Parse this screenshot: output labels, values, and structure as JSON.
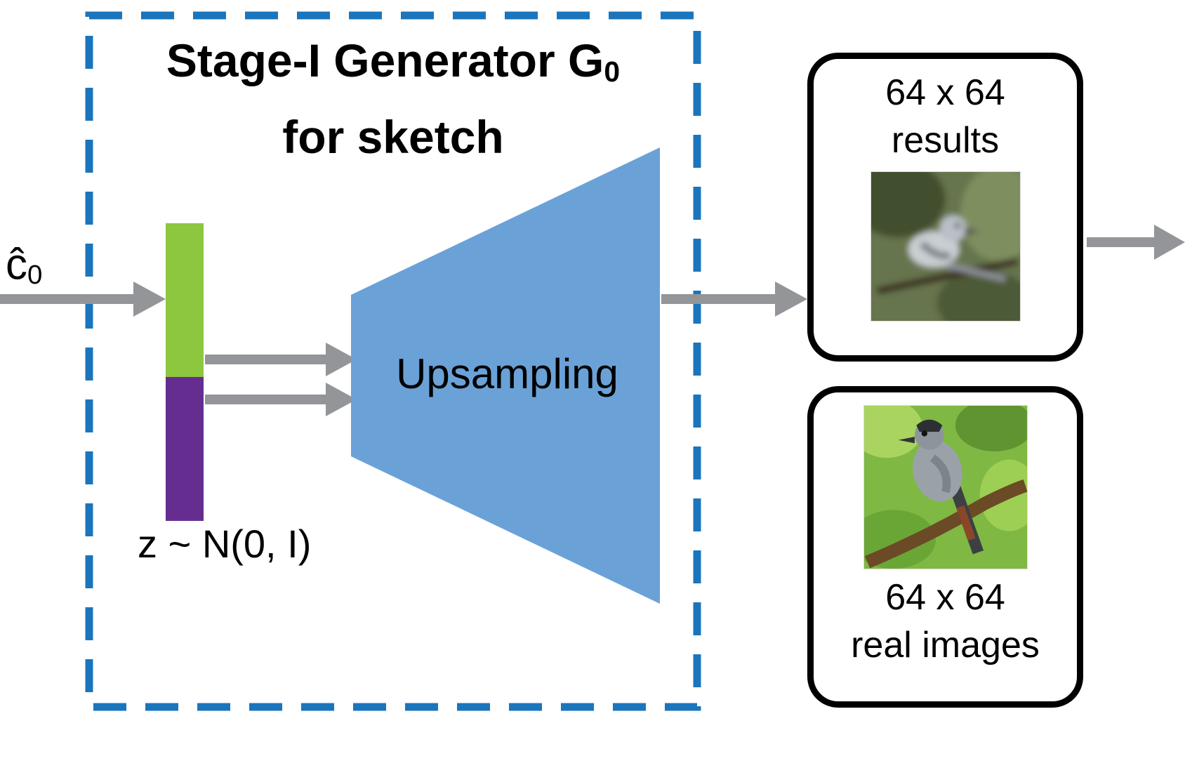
{
  "diagram": {
    "generator": {
      "title_main": "Stage-I Generator G",
      "title_subscript": "0",
      "title_line2": "for sketch"
    },
    "input": {
      "symbol": "ĉ",
      "subscript": "0"
    },
    "noise": {
      "label": "z ~ N(0, I)"
    },
    "upsampling": {
      "label": "Upsampling"
    },
    "results_box": {
      "size_label": "64 x 64",
      "caption": "results",
      "image_name": "generated-bird-sample"
    },
    "real_box": {
      "size_label": "64 x 64",
      "caption": "real images",
      "image_name": "real-bird-photo"
    },
    "colors": {
      "dashed_border": "#1b75bc",
      "trapezoid": "#6aa2d8",
      "bar_top": "#8dc63f",
      "bar_bottom": "#662d91",
      "arrow": "#939598"
    }
  }
}
